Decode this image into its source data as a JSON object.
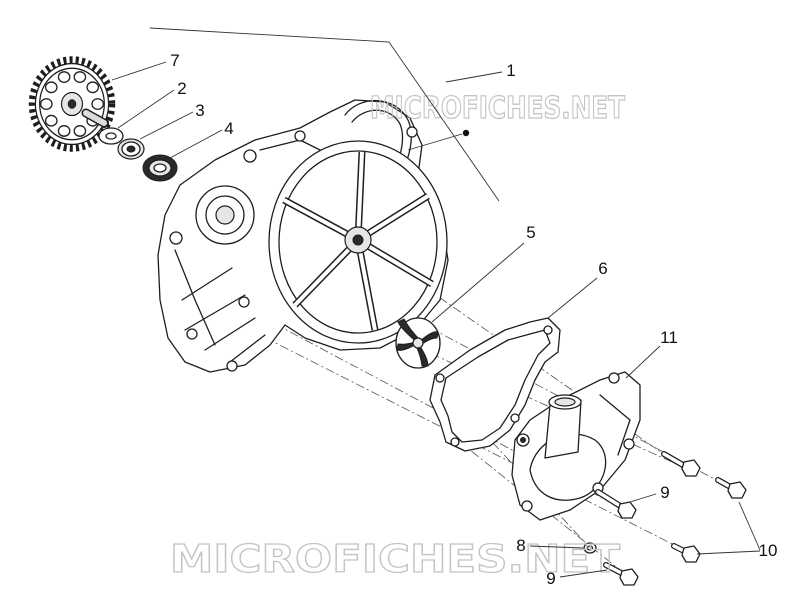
{
  "watermark": {
    "top": "MICROFICHES.NET",
    "bottom": "MICROFICHES.NET"
  },
  "callouts": [
    {
      "label": "7"
    },
    {
      "label": "2"
    },
    {
      "label": "3"
    },
    {
      "label": "4"
    },
    {
      "label": "1"
    },
    {
      "label": "5"
    },
    {
      "label": "6"
    },
    {
      "label": "11"
    },
    {
      "label": "9"
    },
    {
      "label": "8"
    },
    {
      "label": "10"
    },
    {
      "label": "9"
    }
  ]
}
